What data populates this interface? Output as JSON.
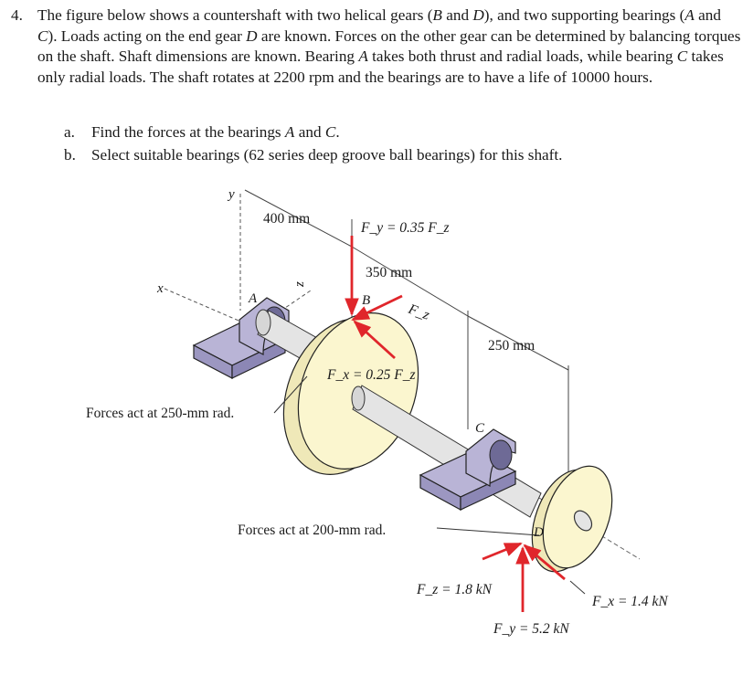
{
  "problem": {
    "number": "4.",
    "text_prefix": "The figure below shows a countershaft with two helical gears (",
    "gear_b": "B",
    "and_1": " and ",
    "gear_d": "D",
    "text_mid1": "), and two supporting bearings (",
    "bearing_a": "A",
    "and_2": " and ",
    "bearing_c": "C",
    "text_mid2": "). Loads acting on the end gear ",
    "gear_d2": "D",
    "text_mid3": " are known. Forces on the other gear can be determined by balancing torques on the shaft. Shaft dimensions are known. Bearing ",
    "bearing_a2": "A",
    "text_mid4": " takes both thrust and radial loads, while bearing ",
    "bearing_c2": "C",
    "text_end": " takes only radial loads. The shaft rotates at 2200 rpm and the bearings are to have a life of 10000 hours."
  },
  "parts": [
    {
      "label": "a.",
      "pre": "Find the forces at the bearings ",
      "i1": "A",
      "mid": " and ",
      "i2": "C",
      "post": "."
    },
    {
      "label": "b.",
      "text": "Select suitable bearings (62 series deep groove ball bearings) for this shaft."
    }
  ],
  "figure": {
    "axis_y": "y",
    "axis_x": "x",
    "axis_z": "z",
    "dim_400": "400 mm",
    "dim_350": "350 mm",
    "dim_250": "250 mm",
    "label_a": "A",
    "label_b": "B",
    "label_c": "C",
    "label_d": "D",
    "fy_b": "F_y = 0.35 F_z",
    "fz_b": "F_z",
    "fx_b": "F_x = 0.25 F_z",
    "note_b": "Forces act at 250-mm rad.",
    "note_d": "Forces act at 200-mm rad.",
    "fz_d": "F_z = 1.8 kN",
    "fx_d": "F_x = 1.4 kN",
    "fy_d": "F_y = 5.2 kN",
    "force_color": "#e0262b",
    "gear_color": "#fbf6cf",
    "bearing_color": "#b9b4d6"
  }
}
